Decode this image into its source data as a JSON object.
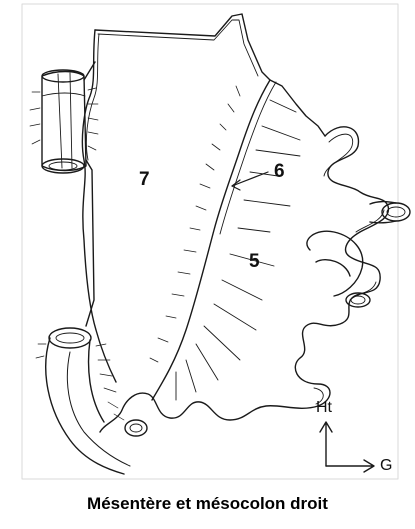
{
  "labels": {
    "seven": "7",
    "six": "6",
    "five": "5"
  },
  "axes": {
    "up_label": "Ht",
    "right_label": "G"
  },
  "caption": "Mésentère et mésocolon droit",
  "colors": {
    "line": "#1a1a1a",
    "background": "#ffffff"
  }
}
